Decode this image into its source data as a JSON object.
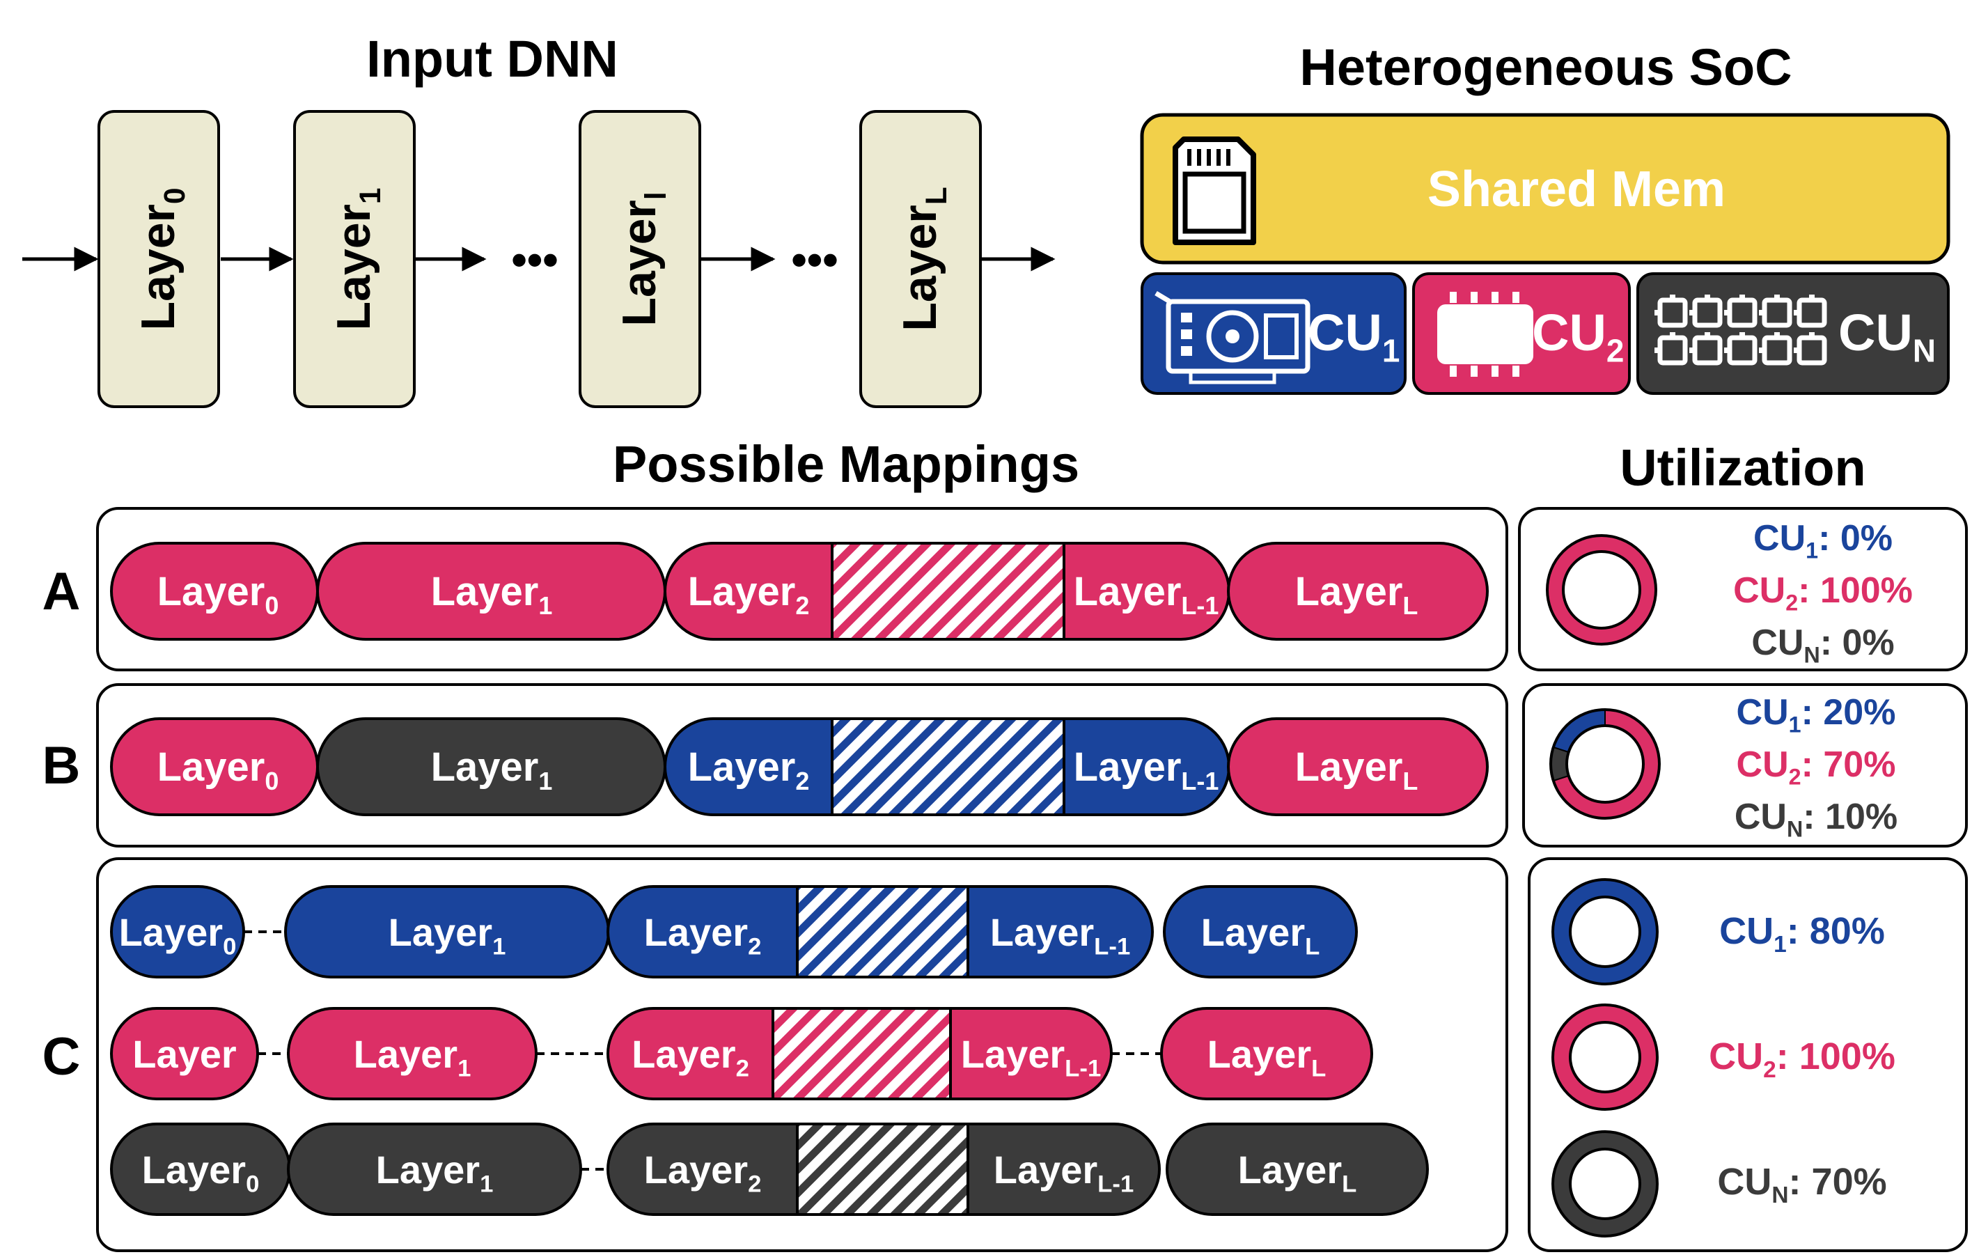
{
  "colors": {
    "cu1": "#1a449c",
    "cu2": "#dc2f66",
    "cun": "#3b3b3b",
    "layer_box": "#ecead2",
    "shared_mem": "#f2d04a"
  },
  "input_dnn": {
    "title": "Input DNN",
    "layers": [
      {
        "base": "Layer",
        "sub": "0"
      },
      {
        "base": "Layer",
        "sub": "1"
      },
      {
        "base": "Layer",
        "sub": "l"
      },
      {
        "base": "Layer",
        "sub": "L"
      }
    ],
    "ellipsis": "•••"
  },
  "soc": {
    "title": "Heterogeneous SoC",
    "shared_mem": "Shared Mem",
    "cus": [
      {
        "base": "CU",
        "sub": "1",
        "icon": "gpu-card-icon"
      },
      {
        "base": "CU",
        "sub": "2",
        "icon": "chip-icon"
      },
      {
        "base": "CU",
        "sub": "N",
        "icon": "chip-array-icon"
      }
    ]
  },
  "mappings": {
    "title": "Possible Mappings",
    "rows": [
      {
        "label": "A",
        "segments": [
          {
            "base": "Layer",
            "sub": "0",
            "cu": "cu2"
          },
          {
            "base": "Layer",
            "sub": "1",
            "cu": "cu2"
          },
          {
            "base": "Layer",
            "sub": "2",
            "cu": "cu2"
          },
          {
            "base": "Layer",
            "sub": "L-1",
            "cu": "cu2"
          },
          {
            "base": "Layer",
            "sub": "L",
            "cu": "cu2"
          }
        ]
      },
      {
        "label": "B",
        "segments": [
          {
            "base": "Layer",
            "sub": "0",
            "cu": "cu2"
          },
          {
            "base": "Layer",
            "sub": "1",
            "cu": "cun"
          },
          {
            "base": "Layer",
            "sub": "2",
            "cu": "cu1"
          },
          {
            "base": "Layer",
            "sub": "L-1",
            "cu": "cu1"
          },
          {
            "base": "Layer",
            "sub": "L",
            "cu": "cu2"
          }
        ]
      },
      {
        "label": "C",
        "lanes": [
          {
            "cu": "cu1",
            "segments": [
              {
                "base": "Layer",
                "sub": "0"
              },
              {
                "base": "Layer",
                "sub": "1"
              },
              {
                "base": "Layer",
                "sub": "2"
              },
              {
                "base": "Layer",
                "sub": "L-1"
              },
              {
                "base": "Layer",
                "sub": "L"
              }
            ]
          },
          {
            "cu": "cu2",
            "segments": [
              {
                "base": "Layer",
                "sub": ""
              },
              {
                "base": "Layer",
                "sub": "1"
              },
              {
                "base": "Layer",
                "sub": "2"
              },
              {
                "base": "Layer",
                "sub": "L-1"
              },
              {
                "base": "Layer",
                "sub": "L"
              }
            ]
          },
          {
            "cu": "cun",
            "segments": [
              {
                "base": "Layer",
                "sub": "0"
              },
              {
                "base": "Layer",
                "sub": "1"
              },
              {
                "base": "Layer",
                "sub": "2"
              },
              {
                "base": "Layer",
                "sub": "L-1"
              },
              {
                "base": "Layer",
                "sub": "L"
              }
            ]
          }
        ]
      }
    ]
  },
  "utilization": {
    "title": "Utilization",
    "A": [
      {
        "base": "CU",
        "sub": "1",
        "value": ": 0%",
        "cu": "cu1",
        "percent": 0
      },
      {
        "base": "CU",
        "sub": "2",
        "value": ": 100%",
        "cu": "cu2",
        "percent": 100
      },
      {
        "base": "CU",
        "sub": "N",
        "value": ": 0%",
        "cu": "cun",
        "percent": 0
      }
    ],
    "B": [
      {
        "base": "CU",
        "sub": "1",
        "value": ": 20%",
        "cu": "cu1",
        "percent": 20
      },
      {
        "base": "CU",
        "sub": "2",
        "value": ": 70%",
        "cu": "cu2",
        "percent": 70
      },
      {
        "base": "CU",
        "sub": "N",
        "value": ": 10%",
        "cu": "cun",
        "percent": 10
      }
    ],
    "C": [
      {
        "base": "CU",
        "sub": "1",
        "value": ": 80%",
        "cu": "cu1",
        "percent": 80
      },
      {
        "base": "CU",
        "sub": "2",
        "value": ": 100%",
        "cu": "cu2",
        "percent": 100
      },
      {
        "base": "CU",
        "sub": "N",
        "value": ": 70%",
        "cu": "cun",
        "percent": 70
      }
    ]
  }
}
